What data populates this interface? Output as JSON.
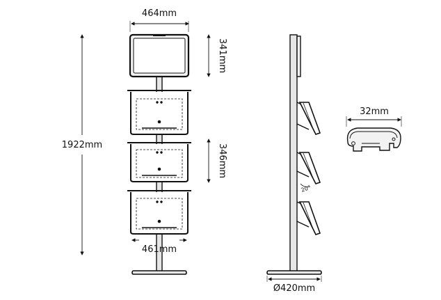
{
  "dimensions": {
    "top_width": "464mm",
    "header_height": "341mm",
    "total_height": "1922mm",
    "pocket_height": "346mm",
    "pocket_width": "461mm",
    "base_diameter": "Ø420mm",
    "profile_width": "32mm",
    "tilt_angle": "20°"
  },
  "colors": {
    "line": "#111111",
    "frame_fill": "#f2f2f2",
    "pole_fill": "#e6e6e6"
  }
}
